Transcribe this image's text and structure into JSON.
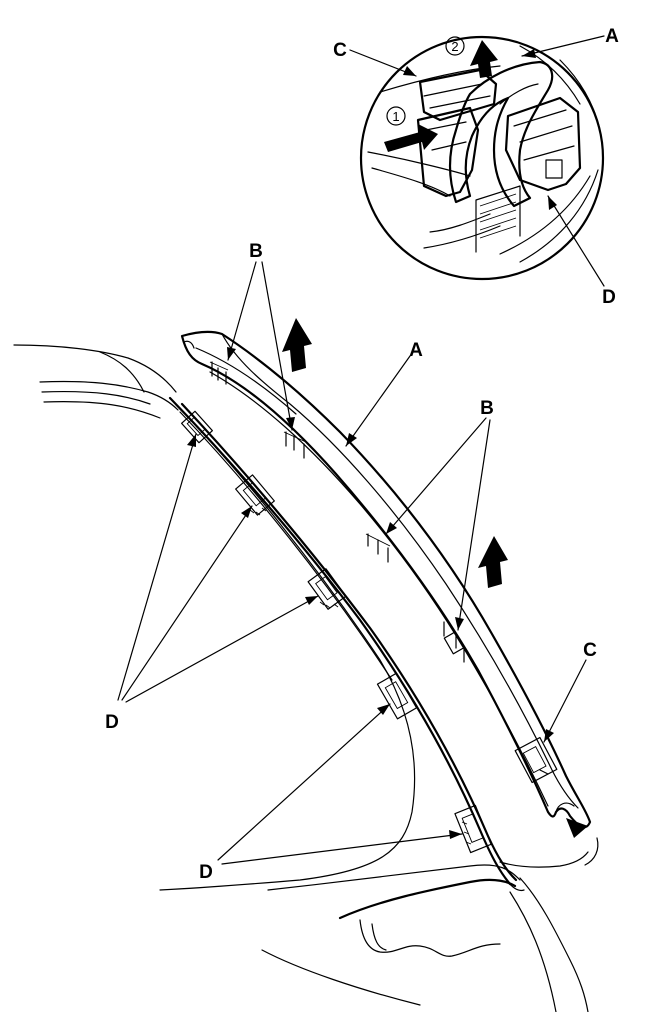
{
  "labels": {
    "a": "A",
    "b": "B",
    "c": "C",
    "d": "D"
  },
  "steps": {
    "one": "1",
    "two": "2"
  }
}
